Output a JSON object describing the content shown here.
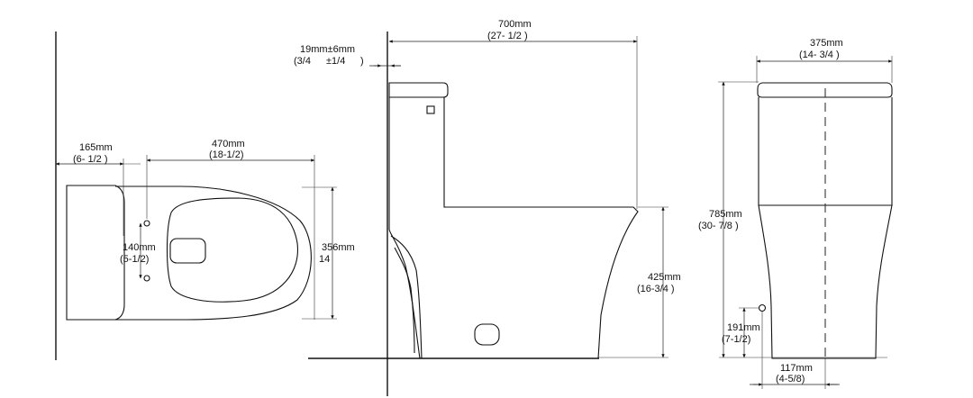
{
  "colors": {
    "line": "#111111",
    "background": "#ffffff"
  },
  "top_view": {
    "wall_distance": {
      "mm": "165mm",
      "in": "(6- 1/2 )"
    },
    "bowl_length": {
      "mm": "470mm",
      "in": "(18-1/2)"
    },
    "bolt_spacing": {
      "mm": "140mm",
      "in": "(5-1/2)"
    },
    "bowl_width": {
      "mm": "356mm",
      "in": "14"
    }
  },
  "side_view": {
    "overall_depth": {
      "mm": "700mm",
      "in": "(27- 1/2 )"
    },
    "wall_gap": {
      "mm": "19mm±6mm",
      "in_a": "(3/4",
      "in_b": "±1/4",
      "in_c": ")"
    },
    "seat_height": {
      "mm": "425mm",
      "in": "(16-3/4 )"
    }
  },
  "front_view": {
    "tank_width": {
      "mm": "375mm",
      "in": "(14- 3/4 )"
    },
    "overall_height": {
      "mm": "785mm",
      "in": "(30- 7/8 )"
    },
    "supply_height": {
      "mm": "191mm",
      "in": "(7-1/2)"
    },
    "supply_offset": {
      "mm": "117mm",
      "in": "(4-5/8)"
    }
  }
}
